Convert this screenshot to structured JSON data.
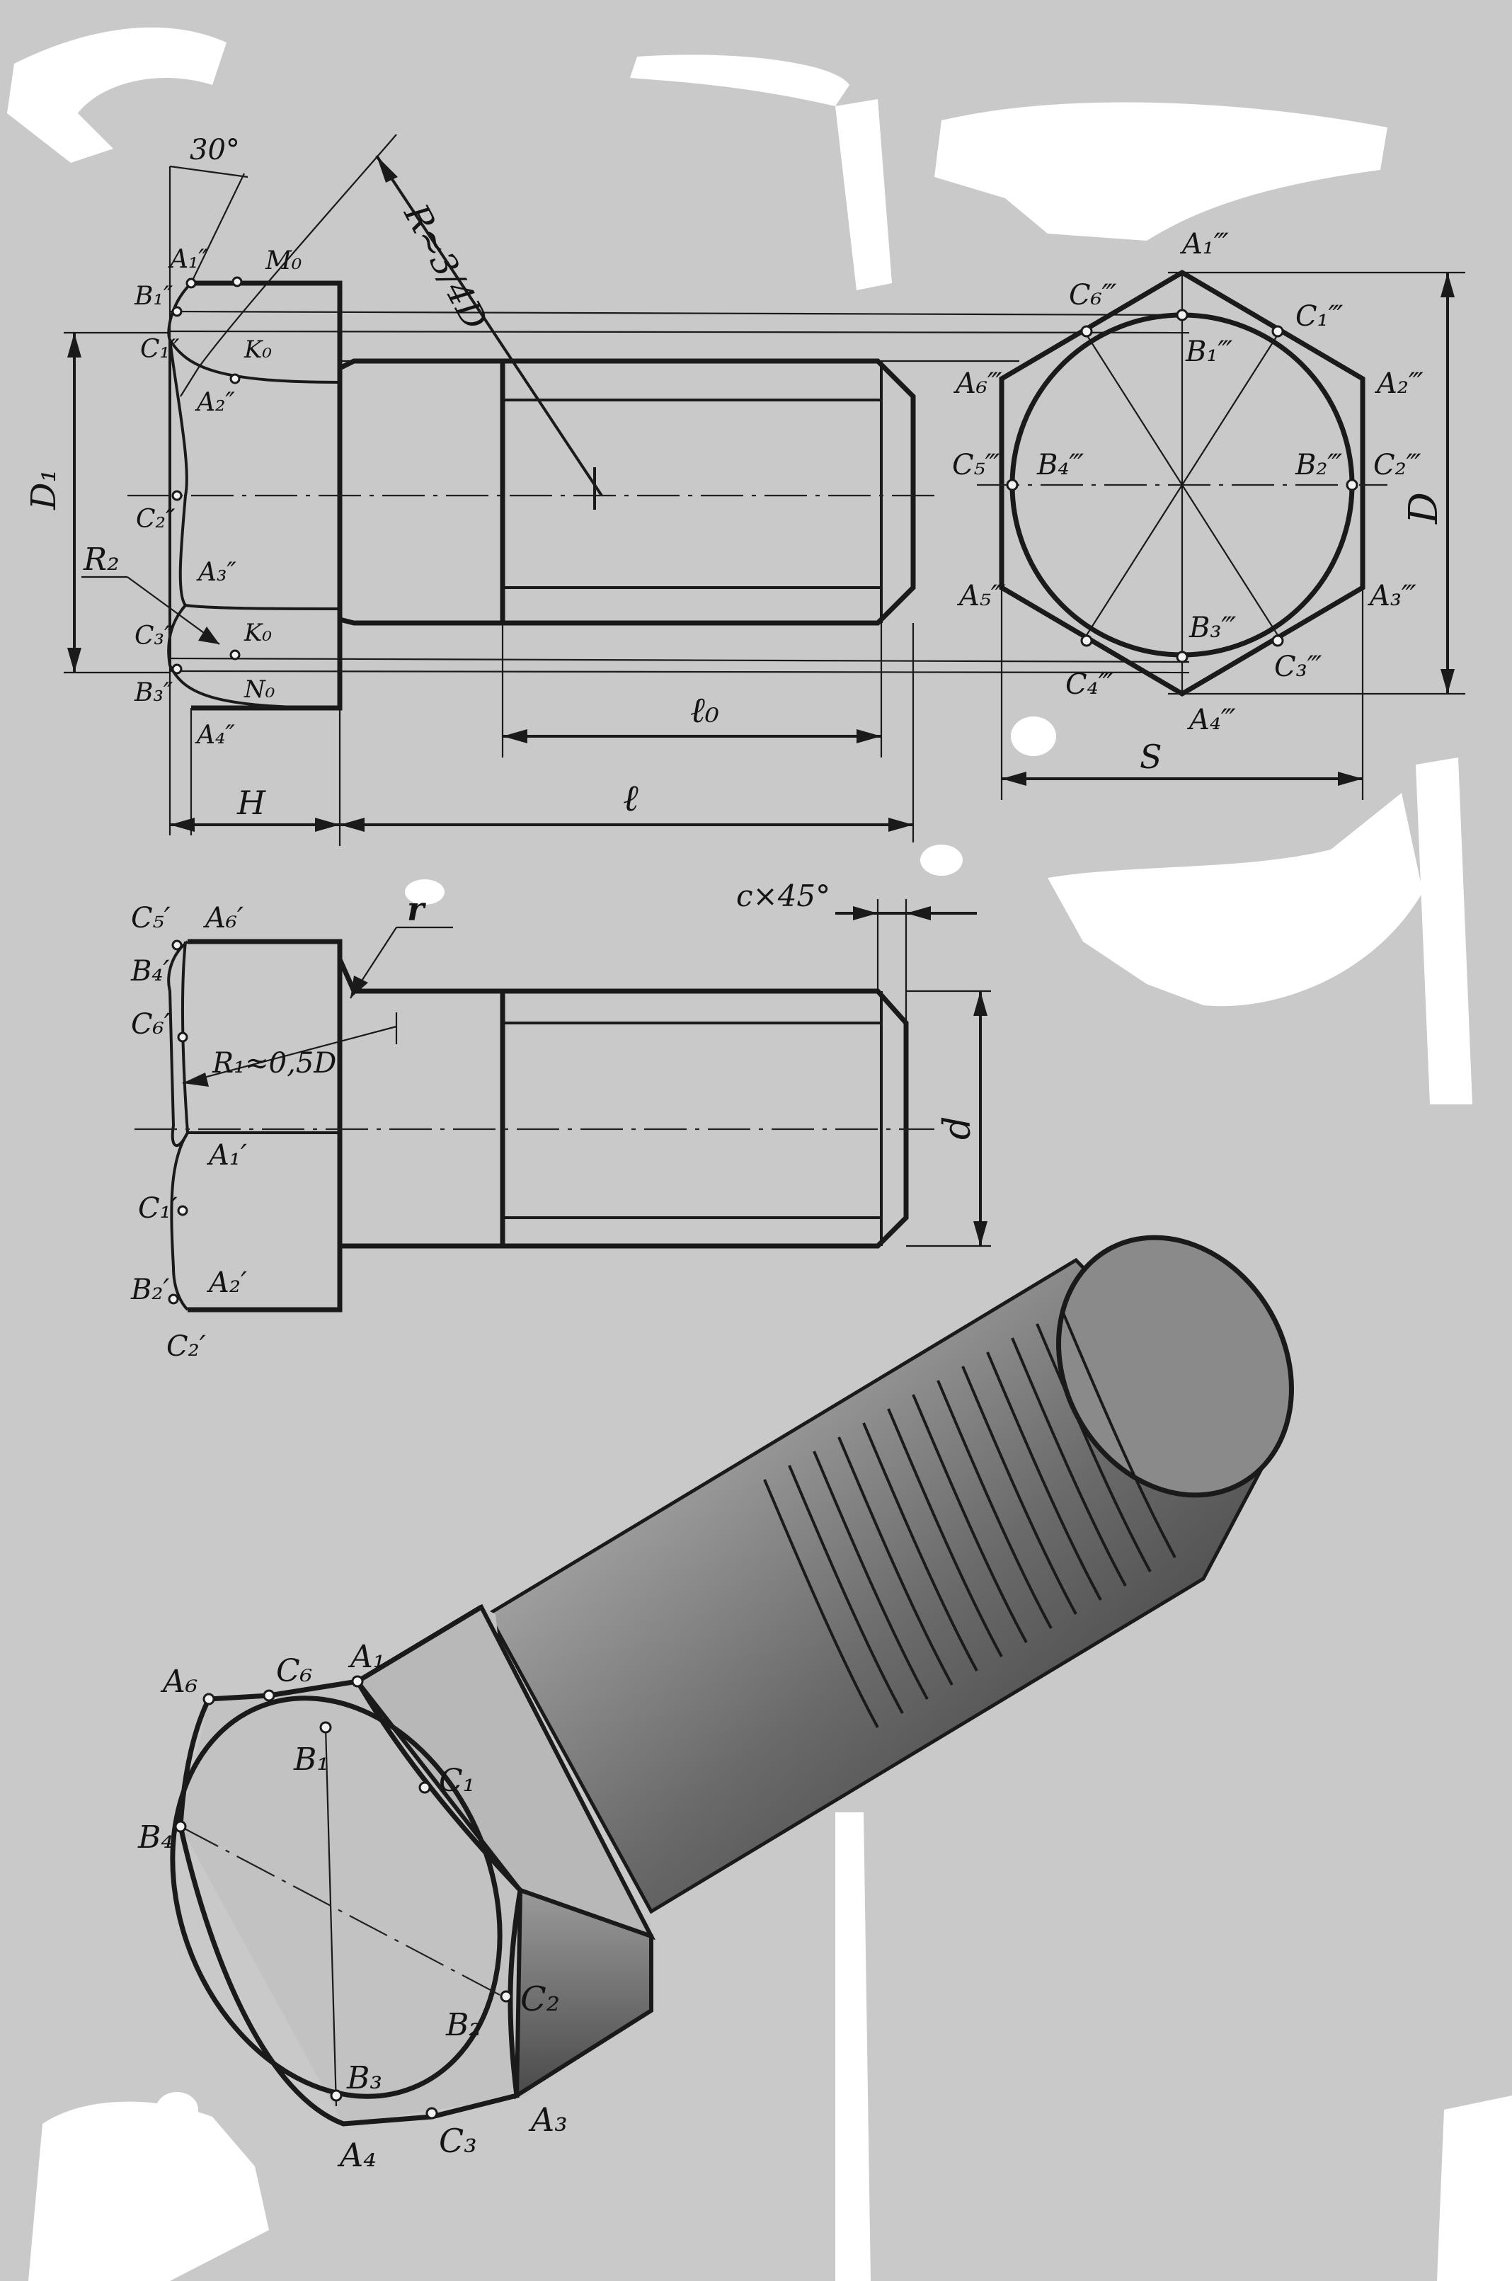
{
  "labels": {
    "angle": "30°",
    "r_head": "R≈3/4D",
    "d1": "D₁",
    "r2": "R₂",
    "h": "H",
    "l": "ℓ",
    "l0": "ℓ₀",
    "d_big": "D",
    "s": "S",
    "d_small": "d",
    "chamfer": "c×45°",
    "fillet": "r",
    "r1": "R₁≈0,5D"
  },
  "front_view": {
    "a1": "A₁″",
    "b1": "B₁″",
    "c1": "C₁″",
    "m0": "M₀",
    "k0_top": "K₀",
    "a2": "A₂″",
    "c2": "C₂″",
    "a3": "A₃″",
    "c3": "C₃″",
    "k0_bottom": "K₀",
    "b3": "B₃″",
    "n0": "N₀",
    "a4": "A₄″"
  },
  "end_view": {
    "a1": "A₁‴",
    "c6": "C₆‴",
    "c1": "C₁‴",
    "b1": "B₁‴",
    "a6": "A₆‴",
    "a2": "A₂‴",
    "c5": "C₅‴",
    "b4": "B₄‴",
    "b2": "B₂‴",
    "c2": "C₂‴",
    "a5": "A₅‴",
    "a3": "A₃‴",
    "b3": "B₃‴",
    "c4": "C₄‴",
    "c3": "C₃‴",
    "a4": "A₄‴"
  },
  "top_view": {
    "c5": "C₅′",
    "a6": "A₆′",
    "b4": "B₄′",
    "c6": "C₆′",
    "a1": "A₁′",
    "c1": "C₁′",
    "b2": "B₂′",
    "a2": "A₂′",
    "c2": "C₂′"
  },
  "iso_view": {
    "a6": "A₆",
    "c6": "C₆",
    "a1": "A₁",
    "b1": "B₁",
    "c1": "C₁",
    "b4": "B₄",
    "c2": "C₂",
    "b2": "B₂",
    "b3": "B₃",
    "a3": "A₃",
    "a4": "A₄",
    "c3": "C₃"
  },
  "colors": {
    "paper": "#c9c9c9",
    "ink": "#1a1a1a",
    "blot": "#ffffff"
  }
}
